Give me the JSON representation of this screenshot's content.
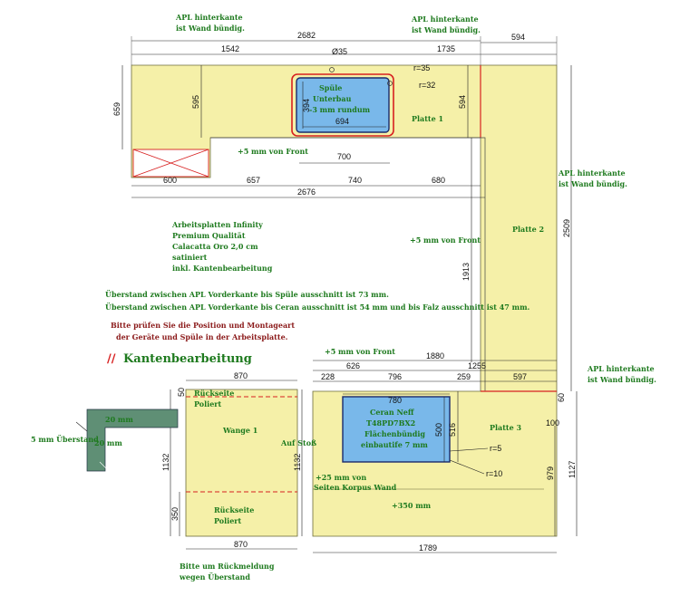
{
  "colors": {
    "plate": "#f5f0a8",
    "plate_stroke": "#6b6b3a",
    "sink_fill": "#79b8ea",
    "sink_ring": "#d72020",
    "cooktop_fill": "#79b8ea",
    "note_green": "#1e7a1e",
    "note_red": "#8b1a1a",
    "edge_red": "#d72020",
    "strip_green": "#5f8f75"
  },
  "top_notes": {
    "wall_left": [
      "APL hinterkante",
      "ist Wand bündig."
    ],
    "wall_mid": [
      "APL hinterkante",
      "ist Wand bündig."
    ],
    "wall_right": [
      "APL hinterkante",
      "ist Wand bündig."
    ],
    "wall_lower_right": [
      "APL hinterkante",
      "ist Wand bündig."
    ]
  },
  "dimensions": {
    "total_top": "2682",
    "d1542": "1542",
    "d1735": "1735",
    "d594top": "594",
    "d659": "659",
    "d595": "595",
    "d594": "594",
    "d35": "Ø35",
    "r35": "r=35",
    "r32": "r=32",
    "d394": "394",
    "d694": "694",
    "d700": "700",
    "d600": "600",
    "d657": "657",
    "d740": "740",
    "d680": "680",
    "d2676": "2676",
    "d2509": "2509",
    "d1913": "1913",
    "d1880": "1880",
    "d870top": "870",
    "d626": "626",
    "d228": "228",
    "d796": "796",
    "d259": "259",
    "d1255": "1255",
    "d597": "597",
    "d780": "780",
    "d500": "500",
    "d516": "516",
    "r5": "r=5",
    "r10": "r=10",
    "d100": "100",
    "d979": "979",
    "d1127": "1127",
    "d1132a": "1132",
    "d1132b": "1132",
    "d350": "350",
    "d870bot": "870",
    "d1789": "1789",
    "d50": "50",
    "d60": "60"
  },
  "sink": {
    "lines": [
      "Spüle",
      "Unterbau",
      "-3 mm rundum"
    ]
  },
  "cooktop": {
    "lines": [
      "Ceran Neff",
      "T48PD7BX2",
      "Flächenbündig",
      "einbautife 7 mm"
    ]
  },
  "plates": {
    "plate1": "Platte 1",
    "plate2": "Platte 2",
    "plate3": "Platte 3",
    "wange": "Wange 1"
  },
  "labels": {
    "front5_top": "+5 mm von Front",
    "front5_mid": "+5 mm von Front",
    "front5_low": "+5 mm von Front",
    "auf_stoss": "Auf Stoß",
    "plus25": [
      "+25 mm von",
      "Seiten Korpus Wand"
    ],
    "plus350": "+350 mm",
    "rueck_top": [
      "Rückseite",
      "Poliert"
    ],
    "rueck_bot": [
      "Rückseite",
      "Poliert"
    ],
    "strip_20a": "20 mm",
    "strip_20b": "20 mm",
    "ueberstand5": "5 mm Überstand"
  },
  "material": [
    "Arbeitsplatten Infinity",
    "Premium Qualität",
    "Calacatta Oro 2,0 cm",
    "satiniert",
    "inkl. Kantenbearbeitung"
  ],
  "overhang_notes": [
    "Überstand zwischen APL Vorderkante bis Spüle ausschnitt ist 73 mm.",
    "Überstand zwischen APL Vorderkante bis Ceran ausschnitt ist 54 mm und bis Falz ausschnitt ist 47 mm."
  ],
  "check_note": [
    "Bitte prüfen Sie die Position und Montageart",
    "der Geräte und Spüle in der Arbeitsplatte."
  ],
  "kanten": {
    "mark": "//",
    "title": "Kantenbearbeitung"
  },
  "feedback": [
    "Bitte um Rückmeldung",
    "wegen Überstand"
  ]
}
